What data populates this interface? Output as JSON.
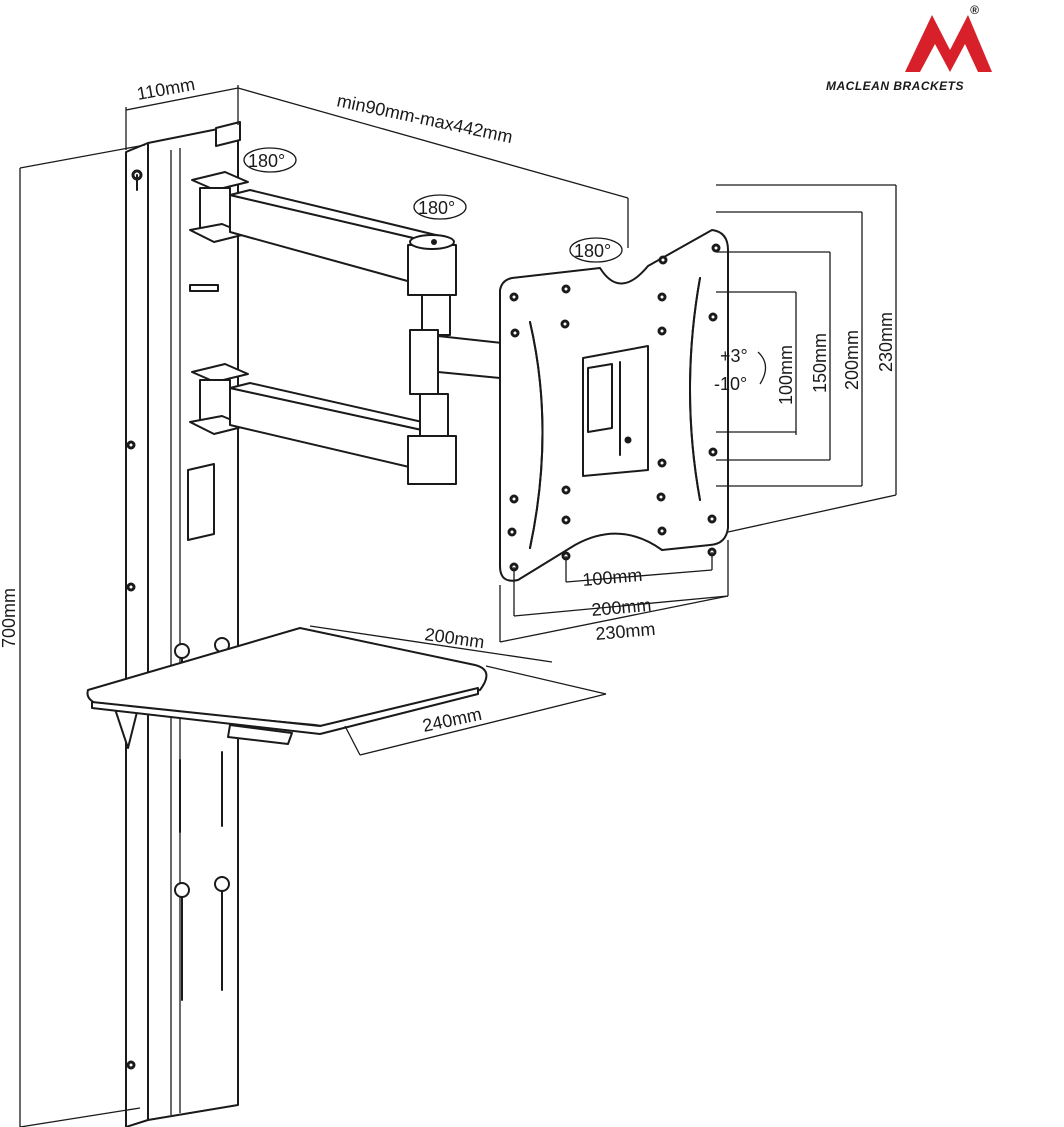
{
  "brand": {
    "name": "MACLEAN BRACKETS",
    "logo_letter": "M",
    "registered": "®",
    "logo_color": "#d7202a"
  },
  "dimensions": {
    "depth": "110mm",
    "arm_extension": "min90mm-max442mm",
    "height": "700mm",
    "shelf_depth": "200mm",
    "shelf_width": "240mm",
    "vesa_h_small": "100mm",
    "vesa_h_mid": "200mm",
    "vesa_h_large": "230mm",
    "vesa_v_small": "100mm",
    "vesa_v_150": "150mm",
    "vesa_v_200": "200mm",
    "vesa_v_230": "230mm"
  },
  "rotations": {
    "wall": "180°",
    "elbow": "180°",
    "plate": "180°"
  },
  "tilt": {
    "up": "+3°",
    "down": "-10°"
  }
}
